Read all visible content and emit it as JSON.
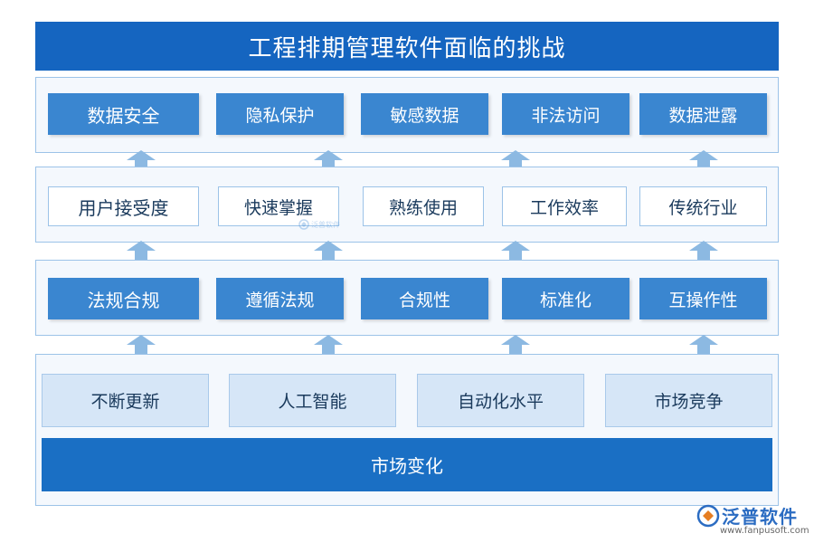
{
  "title": "工程排期管理软件面临的挑战",
  "layers": {
    "top": [
      "数据安全",
      "隐私保护",
      "敏感数据",
      "非法访问",
      "数据泄露"
    ],
    "second": [
      "用户接受度",
      "快速掌握",
      "熟练使用",
      "工作效率",
      "传统行业"
    ],
    "third": [
      "法规合规",
      "遵循法规",
      "合规性",
      "标准化",
      "互操作性"
    ],
    "bottom": [
      "不断更新",
      "人工智能",
      "自动化水平",
      "市场竞争"
    ],
    "base": "市场变化"
  },
  "watermark": "泛普软件",
  "logo": {
    "name": "泛普软件",
    "url": "www.fanpusoft.com"
  },
  "colors": {
    "title_bg": "#1565c0",
    "box_blue": "#3a86d0",
    "arrow": "#8cb9e2",
    "base": "#1a6fc4",
    "light_box": "#d6e6f7"
  }
}
